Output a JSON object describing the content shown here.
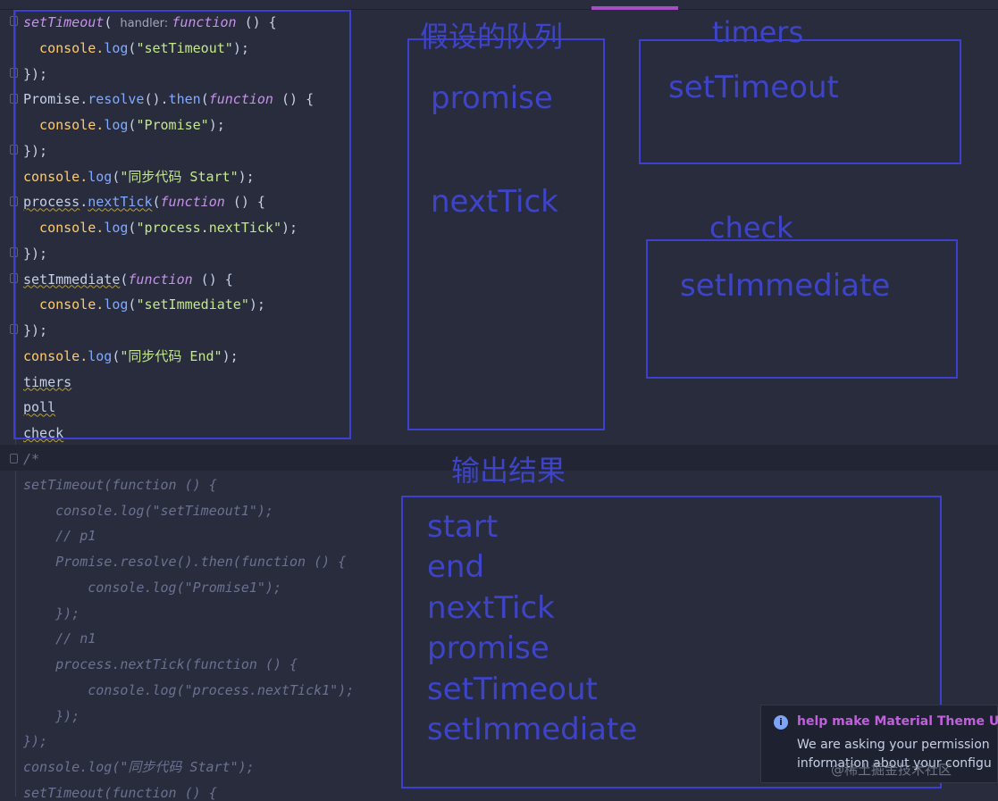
{
  "editor": {
    "code_lines": [
      {
        "tokens": [
          {
            "t": "setTimeout",
            "c": "kw"
          },
          {
            "t": "( ",
            "c": "plain"
          },
          {
            "t": "handler: ",
            "c": "hint"
          },
          {
            "t": "function",
            "c": "kw"
          },
          {
            "t": " () {",
            "c": "plain"
          }
        ]
      },
      {
        "tokens": [
          {
            "t": "  console.",
            "c": "yellow"
          },
          {
            "t": "log",
            "c": "fn"
          },
          {
            "t": "(",
            "c": "plain"
          },
          {
            "t": "\"setTimeout\"",
            "c": "str"
          },
          {
            "t": ");",
            "c": "plain"
          }
        ]
      },
      {
        "tokens": [
          {
            "t": "});",
            "c": "plain"
          }
        ]
      },
      {
        "tokens": [
          {
            "t": "Promise",
            "c": "plain"
          },
          {
            "t": ".",
            "c": "plain"
          },
          {
            "t": "resolve",
            "c": "fn"
          },
          {
            "t": "().",
            "c": "plain"
          },
          {
            "t": "then",
            "c": "fn"
          },
          {
            "t": "(",
            "c": "plain"
          },
          {
            "t": "function",
            "c": "kw"
          },
          {
            "t": " () {",
            "c": "plain"
          }
        ]
      },
      {
        "tokens": [
          {
            "t": "  console.",
            "c": "yellow"
          },
          {
            "t": "log",
            "c": "fn"
          },
          {
            "t": "(",
            "c": "plain"
          },
          {
            "t": "\"Promise\"",
            "c": "str"
          },
          {
            "t": ");",
            "c": "plain"
          }
        ]
      },
      {
        "tokens": [
          {
            "t": "});",
            "c": "plain"
          }
        ]
      },
      {
        "tokens": [
          {
            "t": "console.",
            "c": "yellow"
          },
          {
            "t": "log",
            "c": "fn"
          },
          {
            "t": "(",
            "c": "plain"
          },
          {
            "t": "\"同步代码 Start\"",
            "c": "str"
          },
          {
            "t": ");",
            "c": "plain"
          }
        ]
      },
      {
        "tokens": [
          {
            "t": "process",
            "c": "plain squiggle"
          },
          {
            "t": ".",
            "c": "plain"
          },
          {
            "t": "nextTick",
            "c": "fn squiggle"
          },
          {
            "t": "(",
            "c": "plain"
          },
          {
            "t": "function",
            "c": "kw"
          },
          {
            "t": " () {",
            "c": "plain"
          }
        ]
      },
      {
        "tokens": [
          {
            "t": "  console.",
            "c": "yellow"
          },
          {
            "t": "log",
            "c": "fn"
          },
          {
            "t": "(",
            "c": "plain"
          },
          {
            "t": "\"process.nextTick\"",
            "c": "str"
          },
          {
            "t": ");",
            "c": "plain"
          }
        ]
      },
      {
        "tokens": [
          {
            "t": "});",
            "c": "plain"
          }
        ]
      },
      {
        "tokens": [
          {
            "t": "setImmediate",
            "c": "plain squiggle"
          },
          {
            "t": "(",
            "c": "plain"
          },
          {
            "t": "function",
            "c": "kw"
          },
          {
            "t": " () {",
            "c": "plain"
          }
        ]
      },
      {
        "tokens": [
          {
            "t": "  console.",
            "c": "yellow"
          },
          {
            "t": "log",
            "c": "fn"
          },
          {
            "t": "(",
            "c": "plain"
          },
          {
            "t": "\"setImmediate\"",
            "c": "str"
          },
          {
            "t": ");",
            "c": "plain"
          }
        ]
      },
      {
        "tokens": [
          {
            "t": "});",
            "c": "plain"
          }
        ]
      },
      {
        "tokens": [
          {
            "t": "console.",
            "c": "yellow"
          },
          {
            "t": "log",
            "c": "fn"
          },
          {
            "t": "(",
            "c": "plain"
          },
          {
            "t": "\"同步代码 End\"",
            "c": "str"
          },
          {
            "t": ");",
            "c": "plain"
          }
        ]
      },
      {
        "tokens": [
          {
            "t": "timers",
            "c": "plain squiggle"
          }
        ]
      },
      {
        "tokens": [
          {
            "t": "poll",
            "c": "plain squiggle"
          }
        ]
      },
      {
        "tokens": [
          {
            "t": "check",
            "c": "plain squiggle"
          }
        ]
      }
    ],
    "comment_lines": [
      "/*",
      "setTimeout(function () {",
      "    console.log(\"setTimeout1\");",
      "    // p1",
      "    Promise.resolve().then(function () {",
      "        console.log(\"Promise1\");",
      "    });",
      "    // n1",
      "    process.nextTick(function () {",
      "        console.log(\"process.nextTick1\");",
      "    });",
      "});",
      "console.log(\"同步代码 Start\");",
      "setTimeout(function () {"
    ]
  },
  "annotations": {
    "queue_title": "假设的队列",
    "queue_items": [
      "promise",
      "nextTick"
    ],
    "timers_title": "timers",
    "timers_item": "setTimeout",
    "check_title": "check",
    "check_item": "setImmediate",
    "output_title": "输出结果",
    "output_items": [
      "start",
      "end",
      "nextTick",
      "promise",
      "setTimeout",
      "setImmediate"
    ]
  },
  "toast": {
    "icon": "info-icon",
    "title": "help make Material Theme UI",
    "line1": "We are asking your permission",
    "line2": "information about your configu"
  },
  "watermark": "@稀土掘金技术社区",
  "colors": {
    "annotation": "#3e44c8",
    "accent": "#a64fc5",
    "background": "#282c3c"
  }
}
